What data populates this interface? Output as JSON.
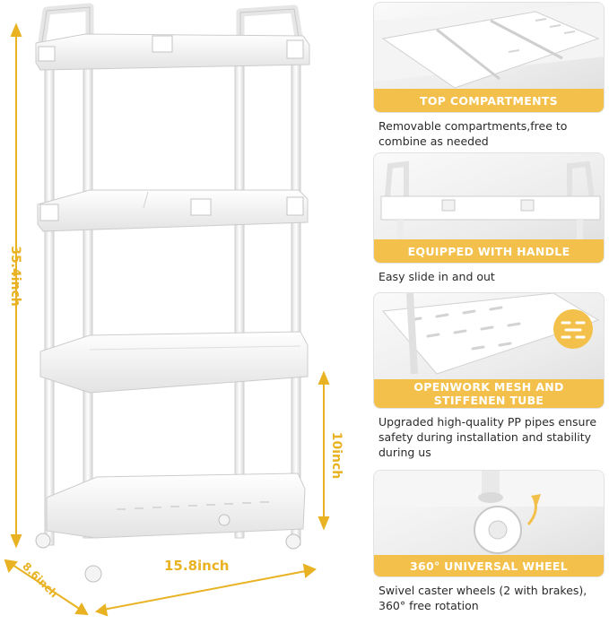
{
  "dimensions": {
    "height": "35.4inch",
    "tier_spacing": "10inch",
    "width": "15.8inch",
    "depth": "8.6inch"
  },
  "features": [
    {
      "title": "TOP COMPARTMENTS",
      "caption": "Removable compartments,free to combine as needed"
    },
    {
      "title": "EQUIPPED WITH HANDLE",
      "caption": "Easy slide in and out"
    },
    {
      "title": "OPENWORK MESH AND STIFFENEN TUBE",
      "caption": "Upgraded high-quality PP pipes ensure safety during installation and stability during us"
    },
    {
      "title": "360° UNIVERSAL WHEEL",
      "caption": "Swivel caster wheels (2 with brakes), 360° free rotation"
    }
  ],
  "colors": {
    "accent": "#f3c14b",
    "dimension": "#e8b223",
    "product": "#ffffff"
  }
}
